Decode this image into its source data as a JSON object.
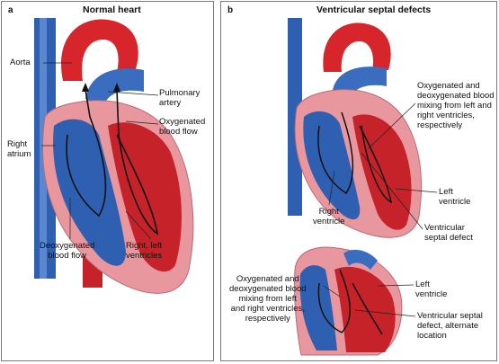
{
  "panel_a": {
    "letter": "a",
    "title": "Normal heart",
    "labels": {
      "aorta": "Aorta",
      "pulmonary_artery": [
        "Pulmonary",
        "artery"
      ],
      "oxygenated": [
        "Oxygenated",
        "blood flow"
      ],
      "right_atrium": [
        "Right",
        "atrium"
      ],
      "deoxygenated": [
        "Deoxygenated",
        "blood flow"
      ],
      "ventricles": [
        "Right, left",
        "ventricles"
      ]
    }
  },
  "panel_b": {
    "letter": "b",
    "title": "Ventricular septal defects",
    "labels": {
      "mixing_top": [
        "Oxygenated and",
        "deoxygenated blood",
        "mixing from left and",
        "right ventricles,",
        "respectively"
      ],
      "left_ventricle_top": [
        "Left",
        "ventricle"
      ],
      "right_ventricle": [
        "Right",
        "ventricle"
      ],
      "vsd_top": [
        "Ventricular",
        "septal defect"
      ],
      "mixing_bottom": [
        "Oxygenated and",
        "deoxygenated blood",
        "mixing from left",
        "and right ventricles,",
        "respectively"
      ],
      "left_ventricle_bottom": [
        "Left",
        "ventricle"
      ],
      "vsd_bottom": [
        "Ventricular septal",
        "defect, alternate",
        "location"
      ]
    }
  },
  "colors": {
    "artery_red": "#d7262b",
    "vein_blue": "#2e5fb0",
    "muscle_pink": "#e8979f",
    "dark_red": "#a8151c"
  }
}
